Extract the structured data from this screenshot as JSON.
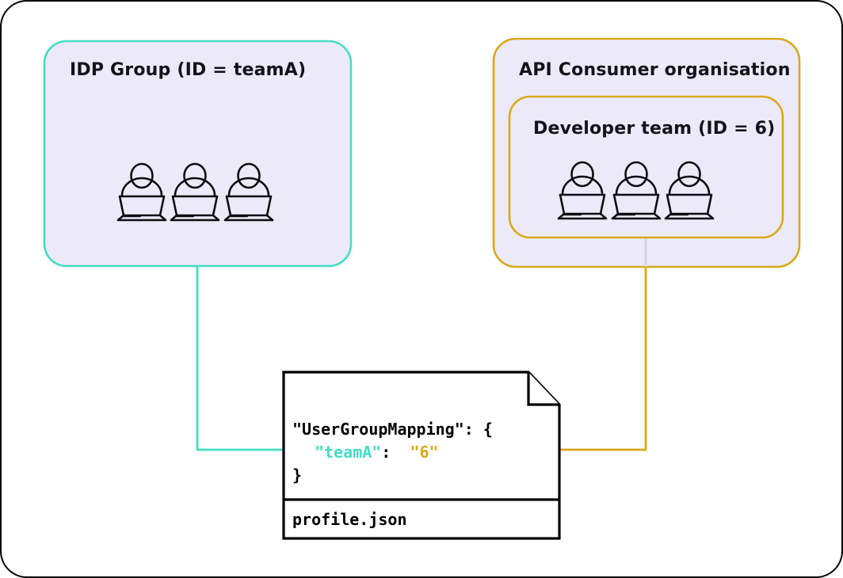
{
  "diagram": {
    "title_hidden": "",
    "colors": {
      "teal": "#45dcc4",
      "gold": "#d9a81c",
      "box_fill": "#eceaf8",
      "ink": "#14121a",
      "frame": "#000000",
      "gray_stub": "#d4d4dc"
    },
    "idp_group": {
      "label": "IDP Group (ID = teamA)",
      "border_color": "#45dcc4",
      "people_count": 3,
      "person_icon": "person-at-laptop-icon"
    },
    "api_consumer": {
      "label": "API Consumer organisation",
      "border_color": "#d9a81c",
      "developer_team": {
        "label": "Developer team (ID = 6)",
        "border_color": "#d9a81c",
        "people_count": 3,
        "person_icon": "person-at-laptop-icon"
      }
    },
    "document": {
      "filename": "profile.json",
      "icon": "file-document-icon",
      "code": {
        "line1": "\"UserGroupMapping\": {",
        "line2_key": "\"teamA\"",
        "line2_sep": ": ",
        "line2_value": "\"6\"",
        "line3": "}"
      }
    },
    "connectors": [
      {
        "name": "idp-group-to-mapping-key",
        "color": "#45dcc4",
        "from": "IDP Group (ID = teamA)",
        "to": "\"teamA\"",
        "arrow": "right"
      },
      {
        "name": "developer-team-to-mapping-value",
        "color": "#d9a81c",
        "from": "Developer team (ID = 6)",
        "to": "\"6\"",
        "arrow": "left"
      }
    ]
  }
}
